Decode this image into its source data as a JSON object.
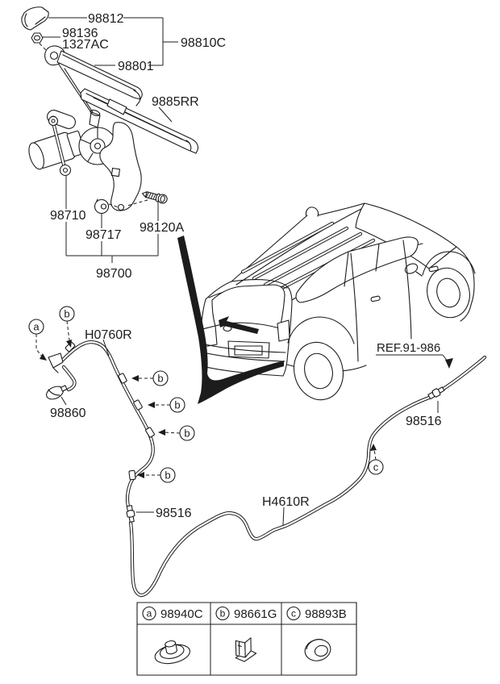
{
  "colors": {
    "ink": "#1c1c1c",
    "background": "#ffffff"
  },
  "parts": {
    "cap": "98812",
    "nut": "98136",
    "nut_alt": "1327AC",
    "arm_blade_assembly": "98810C",
    "wiper_arm": "98801",
    "wiper_blade": "9885RR",
    "wiper_motor": "98710",
    "grommet": "98717",
    "mounting_bolt": "98120A",
    "motor_assembly": "98700"
  },
  "washer": {
    "rear_hose": "H0760R",
    "rear_nozzle": "98860",
    "connector_left": "98516",
    "main_hose": "H4610R",
    "connector_right": "98516",
    "reference_note": "REF.91-986"
  },
  "callouts": {
    "a": "a",
    "b": "b",
    "c": "c"
  },
  "legend": {
    "items": [
      {
        "letter": "a",
        "part_number": "98940C"
      },
      {
        "letter": "b",
        "part_number": "98661G"
      },
      {
        "letter": "c",
        "part_number": "98893B"
      }
    ]
  }
}
